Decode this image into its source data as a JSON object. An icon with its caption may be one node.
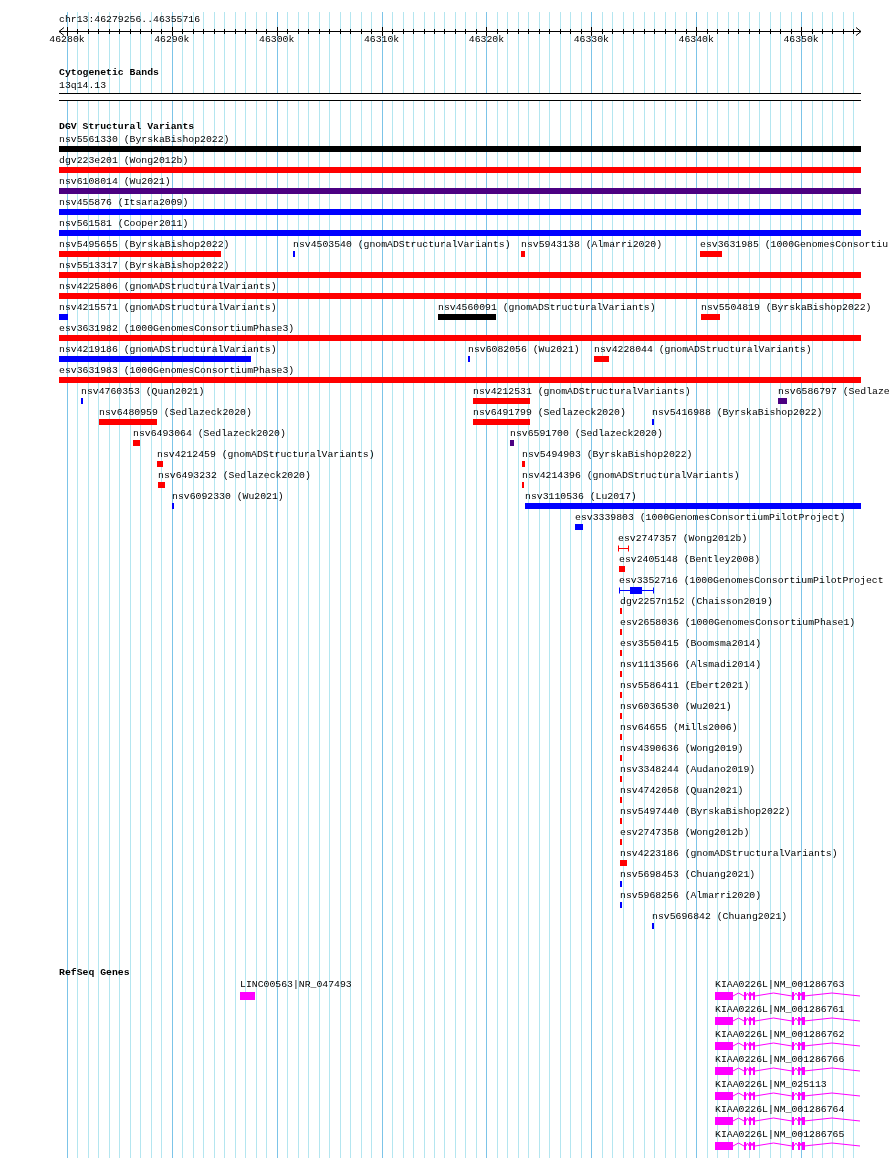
{
  "diagram": {
    "nodes": [
      {
        "text": [
          "13q14.13"
        ]
      },
      {
        "text": [
          "nsv5561330 (ByrskaBishop2022)"
        ]
      },
      {
        "text": [
          "dgv223e201 (Wong2012b)"
        ]
      },
      {
        "text": [
          "nsv6108014 (Wu2021)"
        ]
      },
      {
        "text": [
          "nsv455876 (Itsara2009)"
        ]
      },
      {
        "text": [
          "nsv561581 (Cooper2011)"
        ]
      },
      {
        "text": [
          "nsv5495655 (ByrskaBishop2022)"
        ]
      },
      {
        "text": [
          "nsv4503540 (gnomADStructuralVariants)"
        ]
      },
      {
        "text": [
          "nsv5943138 (Almarri2020)"
        ]
      },
      {
        "text": [
          "esv3631985 (1000GenomesConsortiu"
        ]
      },
      {
        "text": [
          "nsv5513317 (ByrskaBishop2022)"
        ]
      },
      {
        "text": [
          "nsv4225806 (gnomADStructuralVariants)"
        ]
      },
      {
        "text": [
          "nsv4215571 (gnomADStructuralVariants)"
        ]
      },
      {
        "text": [
          "nsv4560091 (gnomADStructuralVariants)"
        ]
      },
      {
        "text": [
          "nsv5504819 (ByrskaBishop2022)"
        ]
      },
      {
        "text": [
          "esv3631982 (1000GenomesConsortiumPhase3)"
        ]
      },
      {
        "text": [
          "nsv4219186 (gnomADStructuralVariants)"
        ]
      },
      {
        "text": [
          "nsv6082056 (Wu2021)"
        ]
      },
      {
        "text": [
          "nsv4228044 (gnomADStructuralVariants)"
        ]
      },
      {
        "text": [
          "esv3631983 (1000GenomesConsortiumPhase3)"
        ]
      },
      {
        "text": [
          "nsv4760353 (Quan2021)"
        ]
      },
      {
        "text": [
          "nsv4212531 (gnomADStructuralVariants)"
        ]
      },
      {
        "text": [
          "nsv6586797 (Sedlaze"
        ]
      },
      {
        "text": [
          "nsv6480959 (Sedlazeck2020)"
        ]
      },
      {
        "text": [
          "nsv6491799 (Sedlazeck2020)"
        ]
      },
      {
        "text": [
          "nsv5416988 (ByrskaBishop2022)"
        ]
      },
      {
        "text": [
          "nsv6493064 (Sedlazeck2020)"
        ]
      },
      {
        "text": [
          "nsv6591700 (Sedlazeck2020)"
        ]
      },
      {
        "text": [
          "nsv4212459 (gnomADStructuralVariants)"
        ]
      },
      {
        "text": [
          "nsv5494903 (ByrskaBishop2022)"
        ]
      },
      {
        "text": [
          "nsv6493232 (Sedlazeck2020)"
        ]
      },
      {
        "text": [
          "nsv4214396 (gnomADStructuralVariants)"
        ]
      },
      {
        "text": [
          "nsv6092330 (Wu2021)"
        ]
      },
      {
        "text": [
          "nsv3110536 (Lu2017)"
        ]
      },
      {
        "text": [
          "esv3339803 (1000GenomesConsortiumPilotProject)"
        ]
      },
      {
        "text": [
          "esv2747357 (Wong2012b)"
        ]
      },
      {
        "text": [
          "esv2405148 (Bentley2008)"
        ]
      },
      {
        "text": [
          "esv3352716 (1000GenomesConsortiumPilotProject"
        ]
      },
      {
        "text": [
          "dgv2257n152 (Chaisson2019)"
        ]
      },
      {
        "text": [
          "esv2658036 (1000GenomesConsortiumPhase1)"
        ]
      },
      {
        "text": [
          "esv3550415 (Boomsma2014)"
        ]
      },
      {
        "text": [
          "nsv1113566 (Alsmadi2014)"
        ]
      },
      {
        "text": [
          "nsv5586411 (Ebert2021)"
        ]
      },
      {
        "text": [
          "nsv6036530 (Wu2021)"
        ]
      },
      {
        "text": [
          "nsv64655 (Mills2006)"
        ]
      },
      {
        "text": [
          "nsv4390636 (Wong2019)"
        ]
      },
      {
        "text": [
          "nsv3348244 (Audano2019)"
        ]
      },
      {
        "text": [
          "nsv4742058 (Quan2021)"
        ]
      },
      {
        "text": [
          "nsv5497440 (ByrskaBishop2022)"
        ]
      },
      {
        "text": [
          "esv2747358 (Wong2012b)"
        ]
      },
      {
        "text": [
          "nsv4223186 (gnomADStructuralVariants)"
        ]
      },
      {
        "text": [
          "nsv5698453 (Chuang2021)"
        ]
      },
      {
        "text": [
          "nsv5968256 (Almarri2020)"
        ]
      },
      {
        "text": [
          "nsv5696842 (Chuang2021)"
        ]
      },
      {
        "text": [
          "LINC00563|NR_047493"
        ]
      },
      {
        "text": [
          "KIAA0226L|NM_001286763"
        ]
      },
      {
        "text": [
          "KIAA0226L|NM_001286761"
        ]
      },
      {
        "text": [
          "KIAA0226L|NM_001286762"
        ]
      },
      {
        "text": [
          "KIAA0226L|NM_001286766"
        ]
      },
      {
        "text": [
          "KIAA0226L|NM_025113"
        ]
      },
      {
        "text": [
          "KIAA0226L|NM_001286764"
        ]
      },
      {
        "text": [
          "KIAA0226L|NM_001286765"
        ]
      }
    ],
    "labels": [
      "chr13:46279256..46355716",
      "46280k",
      "46290k",
      "46300k",
      "46310k",
      "46320k",
      "46330k",
      "46340k",
      "46350k",
      "Cytogenetic Bands",
      "DGV Structural Variants",
      "RefSeq Genes"
    ]
  }
}
